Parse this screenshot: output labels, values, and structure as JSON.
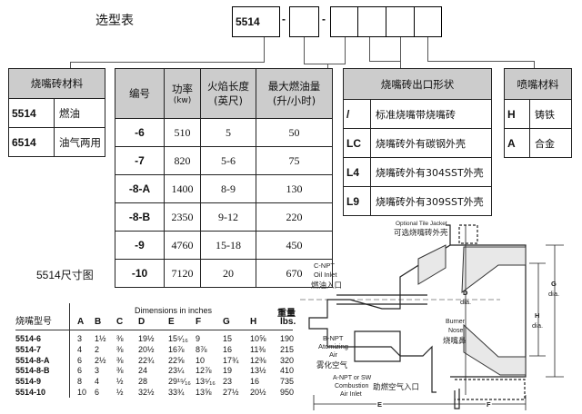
{
  "title": "选型表",
  "code": {
    "prefix": "5514",
    "dash": "-"
  },
  "material": {
    "header": "烧嘴砖材料",
    "rows": [
      {
        "code": "5514",
        "desc": "燃油"
      },
      {
        "code": "6514",
        "desc": "油气两用"
      }
    ]
  },
  "models": {
    "headers": [
      "编号",
      "功率",
      "(kw)",
      "火焰长度",
      "(英尺)",
      "最大燃油量",
      "(升/小时)"
    ],
    "rows": [
      [
        "-6",
        "510",
        "5",
        "50"
      ],
      [
        "-7",
        "820",
        "5-6",
        "75"
      ],
      [
        "-8-A",
        "1400",
        "8-9",
        "130"
      ],
      [
        "-8-B",
        "2350",
        "9-12",
        "220"
      ],
      [
        "-9",
        "4760",
        "15-18",
        "450"
      ],
      [
        "-10",
        "7120",
        "20",
        "670"
      ]
    ]
  },
  "outlet": {
    "header": "烧嘴砖出口形状",
    "rows": [
      {
        "code": "/",
        "desc": "标准烧嘴带烧嘴砖"
      },
      {
        "code": "LC",
        "desc": "烧嘴砖外有碳钢外壳"
      },
      {
        "code": "L4",
        "desc": "烧嘴砖外有304SST外壳"
      },
      {
        "code": "L9",
        "desc": "烧嘴砖外有309SST外壳"
      }
    ]
  },
  "nozzle": {
    "header": "喷嘴材料",
    "rows": [
      {
        "code": "H",
        "desc": "铸铁"
      },
      {
        "code": "A",
        "desc": "合金"
      }
    ]
  },
  "dimensions": {
    "title": "5514尺寸图",
    "caption": "Dimensions in inches",
    "headers": [
      "烧嘴型号",
      "A",
      "B",
      "C",
      "D",
      "E",
      "F",
      "G",
      "H",
      "重量",
      "lbs."
    ],
    "rows": [
      [
        "5514-6",
        "3",
        "1½",
        "⅜",
        "19½",
        "15⁵⁄₁₆",
        "9",
        "15",
        "10⅝",
        "190"
      ],
      [
        "5514-7",
        "4",
        "2",
        "⅜",
        "20½",
        "16⅞",
        "8⅞",
        "16",
        "11⅜",
        "215"
      ],
      [
        "5514-8-A",
        "6",
        "2½",
        "⅜",
        "22¾",
        "22⅝",
        "10",
        "17¾",
        "12⅜",
        "320"
      ],
      [
        "5514-8-B",
        "6",
        "3",
        "⅜",
        "24",
        "23¼",
        "12⅞",
        "19",
        "13½",
        "410"
      ],
      [
        "5514-9",
        "8",
        "4",
        "½",
        "28",
        "29¹⁵⁄₁₆",
        "13⁵⁄₁₆",
        "23",
        "16",
        "735"
      ],
      [
        "5514-10",
        "10",
        "6",
        "½",
        "32½",
        "33¾",
        "13⅝",
        "27½",
        "20½",
        "950"
      ]
    ]
  },
  "diagram": {
    "tile_jacket": "Optional Tile Jacket",
    "tile_jacket_cn": "可选烧嘴砖外壳",
    "c_npt": "C-NPT",
    "oil_inlet": "Oil Inlet",
    "oil_inlet_cn": "燃油入口",
    "b_npt": "B-NPT",
    "atomizing": "Atomizing",
    "air": "Air",
    "atomizing_cn": "雾化空气",
    "a_npt": "A-NPT or SW",
    "combustion": "Combustion",
    "air_inlet": "Air Inlet",
    "combustion_cn": "助燃空气入口",
    "burner": "Burner",
    "nose": "Nose",
    "nose_cn": "烧嘴鼻",
    "d": "D",
    "g": "G",
    "h": "H",
    "dia": "dia.",
    "e": "E",
    "f": "F"
  }
}
